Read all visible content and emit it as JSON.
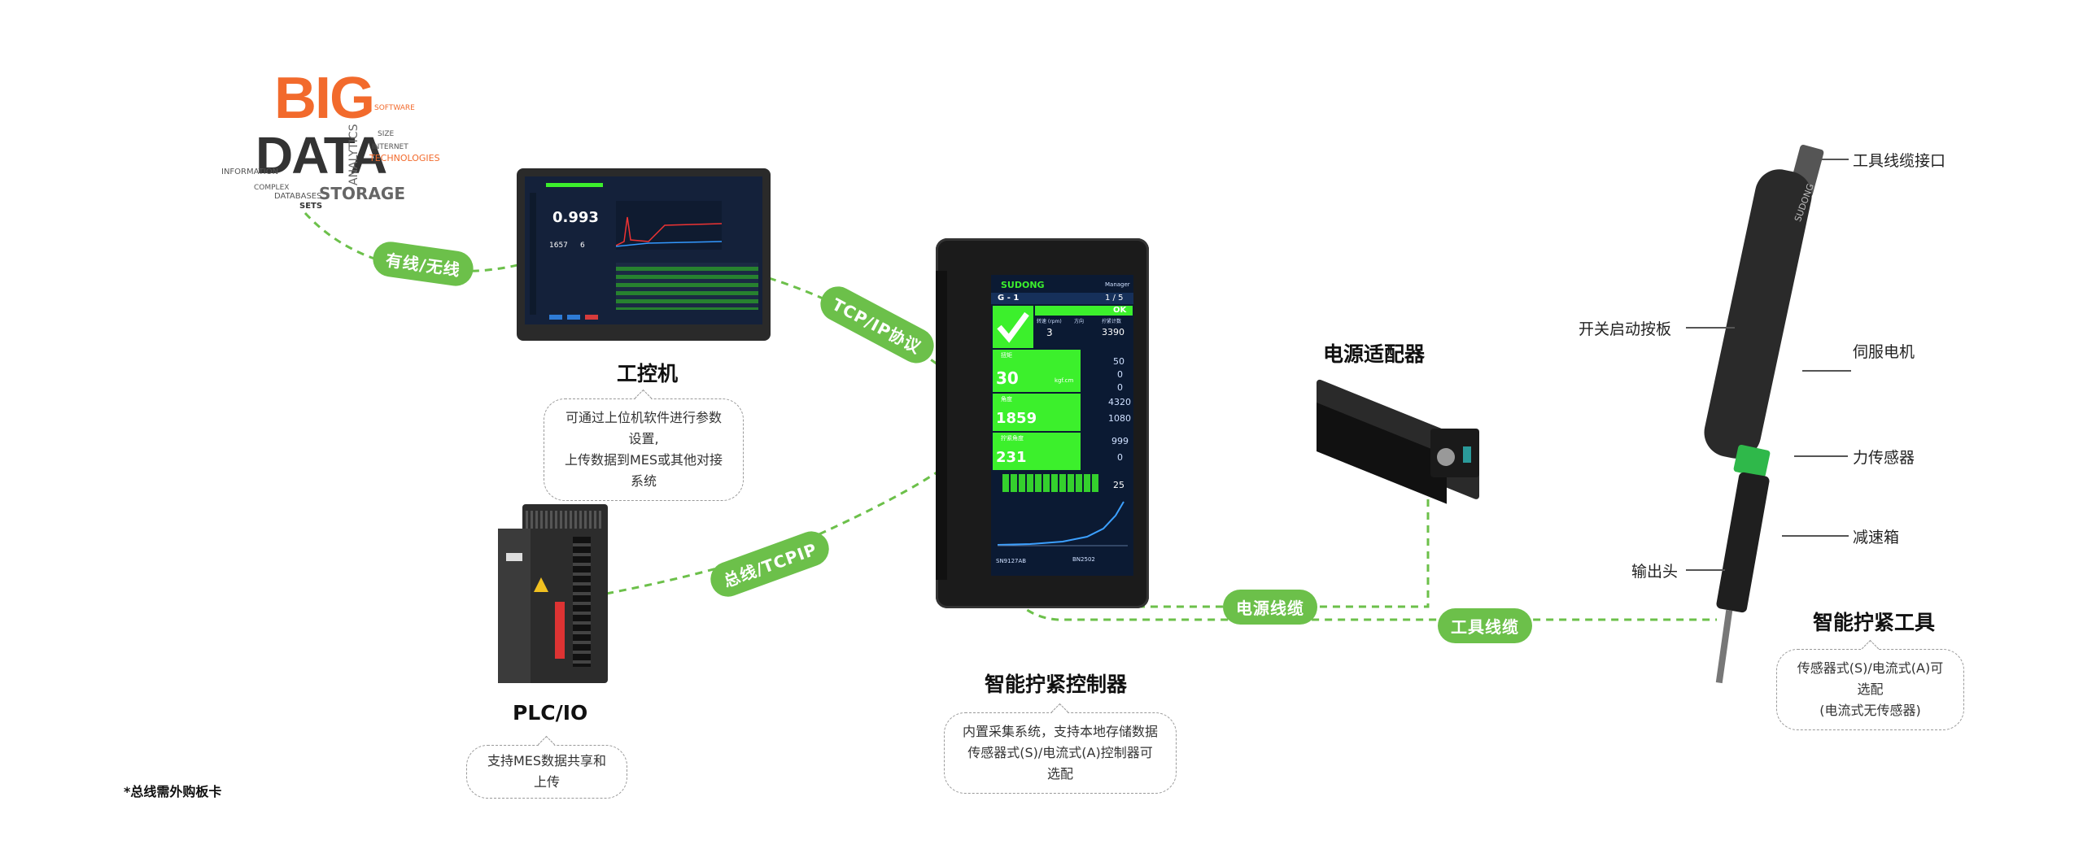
{
  "bigdata": {
    "word1": "BIG",
    "word2": "DATA",
    "cloud_words": [
      "ANALYTICS",
      "STORAGE",
      "TECHNOLOGIES",
      "INFORMATION",
      "DATABASES",
      "COMPLEX",
      "SETS",
      "INTERNET",
      "SOFTWARE",
      "SIZE"
    ]
  },
  "links": {
    "wired_wireless": "有线/无线",
    "tcpip": "TCP/IP协议",
    "bus_tcpip": "总线/TCPIP",
    "power_cable": "电源线缆",
    "tool_cable": "工具线缆"
  },
  "ipc": {
    "title": "工控机",
    "note_line1": "可通过上位机软件进行参数设置,",
    "note_line2": "上传数据到MES或其他对接系统",
    "screen_value": "0.993",
    "screen_count": "1657",
    "screen_small": "6"
  },
  "plc": {
    "title": "PLC/IO",
    "note": "支持MES数据共享和上传"
  },
  "controller": {
    "title": "智能拧紧控制器",
    "note_line1": "内置采集系统，支持本地存储数据",
    "note_line2": "传感器式(S)/电流式(A)控制器可选配",
    "brand": "SUDONG",
    "user": "Manager",
    "group": "G - 1",
    "page": "1 / 5",
    "status": "OK",
    "speed_label": "转速 (rpm)",
    "speed": "3",
    "dir_label": "方向",
    "count_label": "拧紧计数",
    "count": "3390",
    "torque_label": "扭矩",
    "torque": "30",
    "torque_unit": "kgf.cm",
    "angle_label": "角度",
    "angle": "1859",
    "depth_label": "拧紧角度",
    "depth": "231",
    "side_values": [
      "50",
      "0",
      "0",
      "4320",
      "1080",
      "999",
      "0"
    ],
    "pass_count": "25",
    "serial": "SN9127AB",
    "code": "BN2502"
  },
  "adapter": {
    "title": "电源适配器"
  },
  "tool": {
    "title": "智能拧紧工具",
    "note_line1": "传感器式(S)/电流式(A)可选配",
    "note_line2": "(电流式无传感器)",
    "callouts": {
      "cable_port": "工具线缆接口",
      "trigger": "开关启动按板",
      "servo": "伺服电机",
      "force_sensor": "力传感器",
      "reducer": "减速箱",
      "output": "输出头"
    },
    "brand": "SUDONG"
  },
  "footnote": "*总线需外购板卡",
  "colors": {
    "accent_green": "#6cc04a",
    "screen_green": "#3cf02c",
    "big_orange": "#f26a2c"
  }
}
